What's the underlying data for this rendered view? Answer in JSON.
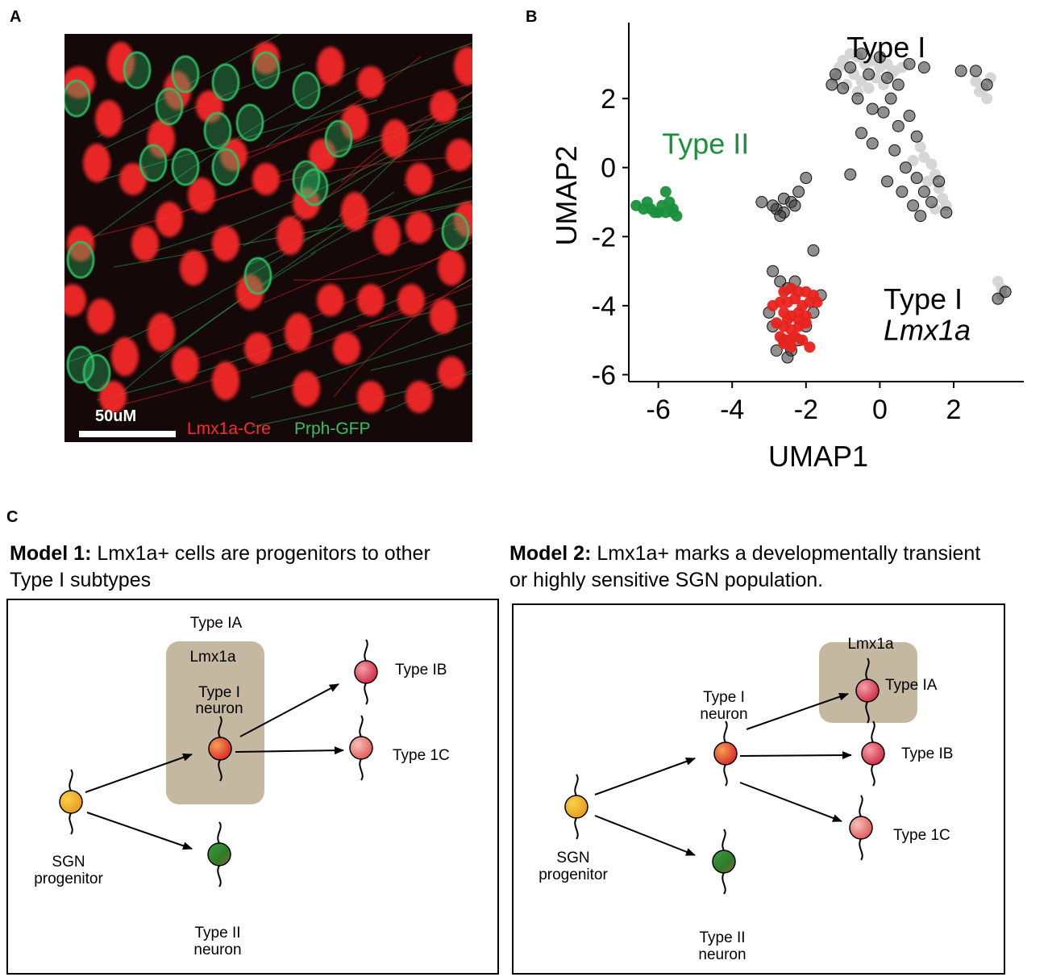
{
  "panels": {
    "a": "A",
    "b": "B",
    "c": "C"
  },
  "micrograph": {
    "scale_bar_label": "50uM",
    "legend_red": "Lmx1a-Cre",
    "legend_green": "Prph-GFP",
    "colors": {
      "red": "#ff2a2a",
      "green": "#2fc266",
      "background": "#140808"
    }
  },
  "chart_data": {
    "type": "scatter",
    "xlabel": "UMAP1",
    "ylabel": "UMAP2",
    "xlim": [
      -6.8,
      3.9
    ],
    "ylim": [
      -6.2,
      4.2
    ],
    "xticks": [
      -6,
      -4,
      -2,
      0,
      2
    ],
    "yticks": [
      -6,
      -4,
      -2,
      0,
      2
    ],
    "grid": false,
    "annotations": [
      {
        "text": "Type I",
        "x": -0.9,
        "y": 3.2,
        "color": "#000000",
        "italic": false
      },
      {
        "text": "Type II",
        "x": -5.9,
        "y": 0.4,
        "color": "#1a8f3c",
        "italic": false
      },
      {
        "text": "Type I",
        "x": 0.1,
        "y": -4.1,
        "color": "#000000",
        "italic": false
      },
      {
        "text": "Lmx1a",
        "x": 0.1,
        "y": -5.0,
        "color": "#000000",
        "italic": true
      }
    ],
    "series": [
      {
        "color": "#d4d4d4",
        "points": [
          [
            -1.0,
            3.1
          ],
          [
            -0.8,
            3.3
          ],
          [
            -0.6,
            3.2
          ],
          [
            -0.4,
            3.0
          ],
          [
            -0.2,
            3.1
          ],
          [
            0.0,
            2.9
          ],
          [
            0.2,
            3.0
          ],
          [
            0.4,
            2.8
          ],
          [
            0.6,
            2.9
          ],
          [
            -1.2,
            2.6
          ],
          [
            -0.9,
            2.4
          ],
          [
            -0.7,
            2.7
          ],
          [
            -0.5,
            2.5
          ],
          [
            -0.3,
            2.3
          ],
          [
            -0.1,
            2.6
          ],
          [
            0.1,
            2.4
          ],
          [
            0.3,
            2.7
          ],
          [
            -1.1,
            2.9
          ],
          [
            -0.6,
            2.2
          ],
          [
            1.1,
            0.6
          ],
          [
            1.2,
            0.3
          ],
          [
            1.4,
            0.1
          ],
          [
            1.5,
            -0.2
          ],
          [
            1.6,
            -0.6
          ],
          [
            1.7,
            -0.9
          ],
          [
            1.3,
            -0.4
          ],
          [
            0.9,
            0.2
          ],
          [
            1.8,
            -1.1
          ],
          [
            1.5,
            -1.2
          ],
          [
            2.6,
            2.5
          ],
          [
            2.8,
            2.3
          ],
          [
            3.0,
            2.6
          ],
          [
            2.7,
            2.2
          ],
          [
            2.9,
            2.0
          ],
          [
            3.2,
            -3.3
          ],
          [
            3.3,
            -3.5
          ],
          [
            3.3,
            -3.7
          ]
        ]
      },
      {
        "color": "#333333",
        "points": [
          [
            -1.2,
            2.7
          ],
          [
            -1.0,
            2.3
          ],
          [
            -0.8,
            2.9
          ],
          [
            -0.5,
            3.3
          ],
          [
            -0.3,
            2.7
          ],
          [
            0.0,
            3.2
          ],
          [
            0.2,
            2.6
          ],
          [
            0.5,
            2.4
          ],
          [
            0.8,
            3.0
          ],
          [
            -0.6,
            2.0
          ],
          [
            -0.2,
            1.7
          ],
          [
            0.1,
            1.6
          ],
          [
            0.3,
            2.0
          ],
          [
            0.5,
            1.2
          ],
          [
            0.8,
            1.5
          ],
          [
            1.0,
            0.9
          ],
          [
            0.4,
            0.5
          ],
          [
            0.7,
            0.0
          ],
          [
            1.0,
            -0.3
          ],
          [
            0.6,
            -0.7
          ],
          [
            0.9,
            -1.1
          ],
          [
            1.1,
            -1.4
          ],
          [
            1.4,
            -1.0
          ],
          [
            1.2,
            -0.7
          ],
          [
            -0.5,
            1.0
          ],
          [
            -0.2,
            0.7
          ],
          [
            -0.8,
            -0.2
          ],
          [
            0.2,
            -0.4
          ],
          [
            1.6,
            -0.4
          ],
          [
            1.8,
            -1.3
          ],
          [
            1.2,
            2.9
          ],
          [
            2.2,
            2.8
          ],
          [
            2.6,
            2.8
          ],
          [
            2.9,
            2.4
          ],
          [
            -1.3,
            2.4
          ],
          [
            -2.8,
            -1.2
          ],
          [
            -2.6,
            -0.9
          ],
          [
            -2.4,
            -1.0
          ],
          [
            -2.2,
            -0.7
          ],
          [
            -2.0,
            -0.3
          ],
          [
            -2.6,
            -1.3
          ],
          [
            -3.2,
            -1.0
          ],
          [
            -2.9,
            -1.1
          ],
          [
            -2.7,
            -1.4
          ],
          [
            -2.3,
            -1.1
          ],
          [
            -1.8,
            -2.4
          ],
          [
            -2.9,
            -3.0
          ],
          [
            -2.7,
            -3.3
          ],
          [
            -2.5,
            -3.5
          ],
          [
            -2.3,
            -3.3
          ],
          [
            -2.9,
            -4.6
          ],
          [
            -2.6,
            -5.0
          ],
          [
            -2.4,
            -5.3
          ],
          [
            -2.2,
            -5.0
          ],
          [
            -2.0,
            -4.6
          ],
          [
            -1.8,
            -4.2
          ],
          [
            -1.6,
            -3.7
          ],
          [
            -3.0,
            -4.2
          ],
          [
            -2.8,
            -5.3
          ],
          [
            -2.5,
            -5.5
          ],
          [
            3.2,
            -3.8
          ],
          [
            3.4,
            -3.6
          ]
        ]
      },
      {
        "color": "#e8221c",
        "points": [
          [
            -2.6,
            -3.6
          ],
          [
            -2.4,
            -3.5
          ],
          [
            -2.2,
            -3.6
          ],
          [
            -2.0,
            -3.6
          ],
          [
            -1.8,
            -3.7
          ],
          [
            -2.7,
            -3.9
          ],
          [
            -2.5,
            -3.9
          ],
          [
            -2.3,
            -3.8
          ],
          [
            -2.1,
            -4.0
          ],
          [
            -1.9,
            -3.9
          ],
          [
            -2.6,
            -4.2
          ],
          [
            -2.4,
            -4.3
          ],
          [
            -2.2,
            -4.2
          ],
          [
            -2.0,
            -4.3
          ],
          [
            -2.8,
            -4.5
          ],
          [
            -2.6,
            -4.6
          ],
          [
            -2.4,
            -4.7
          ],
          [
            -2.2,
            -4.6
          ],
          [
            -2.0,
            -4.5
          ],
          [
            -2.7,
            -4.9
          ],
          [
            -2.5,
            -5.0
          ],
          [
            -2.3,
            -4.9
          ],
          [
            -2.1,
            -5.0
          ],
          [
            -1.9,
            -5.2
          ],
          [
            -2.6,
            -5.1
          ],
          [
            -2.4,
            -5.2
          ],
          [
            -1.7,
            -3.9
          ],
          [
            -2.9,
            -4.0
          ],
          [
            -2.2,
            -4.4
          ],
          [
            -2.5,
            -4.4
          ]
        ]
      },
      {
        "color": "#1a8f3c",
        "points": [
          [
            -6.6,
            -1.1
          ],
          [
            -6.4,
            -1.2
          ],
          [
            -6.2,
            -1.2
          ],
          [
            -6.0,
            -1.3
          ],
          [
            -5.8,
            -1.3
          ],
          [
            -5.6,
            -1.2
          ],
          [
            -5.5,
            -1.4
          ],
          [
            -6.3,
            -1.0
          ],
          [
            -5.9,
            -1.1
          ],
          [
            -5.7,
            -1.0
          ],
          [
            -5.8,
            -0.7
          ],
          [
            -6.1,
            -1.3
          ],
          [
            -5.6,
            -1.3
          ]
        ]
      }
    ]
  },
  "model1": {
    "title_bold": "Model 1:",
    "title_line1": " Lmx1a+ cells are progenitors to other",
    "title_line2": "Type I subtypes",
    "box_header": "Type IA",
    "box_label": "Lmx1a",
    "center_label_1": "Type I",
    "center_label_2": "neuron",
    "progenitor_1": "SGN",
    "progenitor_2": "progenitor",
    "out_top": "Type IB",
    "out_mid": "Type 1C",
    "type2_1": "Type II",
    "type2_2": "neuron"
  },
  "model2": {
    "title_bold": "Model 2:",
    "title_line1": " Lmx1a+ marks a developmentally transient",
    "title_line2": "or highly sensitive SGN population.",
    "box_label": "Lmx1a",
    "center_label_1": "Type I",
    "center_label_2": "neuron",
    "progenitor_1": "SGN",
    "progenitor_2": "progenitor",
    "out_top": "Type IA",
    "out_mid": "Type IB",
    "out_bottom": "Type 1C",
    "type2_1": "Type II",
    "type2_2": "neuron"
  },
  "colors": {
    "box_fill": "#c4b8a1",
    "accent_green": "#1a8f3c",
    "accent_red": "#e8221c"
  }
}
